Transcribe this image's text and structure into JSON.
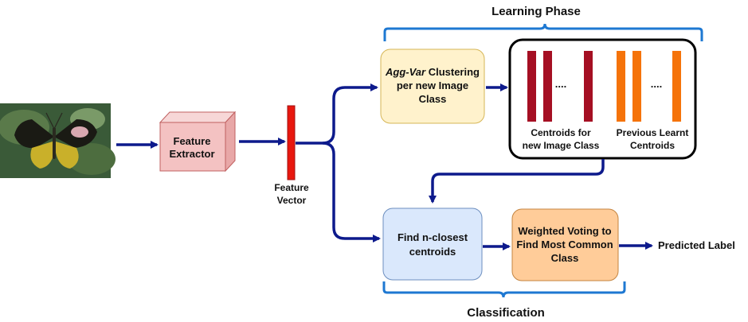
{
  "learning_phase": {
    "title": "Learning Phase"
  },
  "classification": {
    "title": "Classification"
  },
  "input_image": {
    "subject": "butterfly photograph"
  },
  "feature_extractor": {
    "line1": "Feature",
    "line2": "Extractor"
  },
  "feature_vector": {
    "line1": "Feature",
    "line2": "Vector"
  },
  "clustering": {
    "italic": "Agg-Var",
    "rest": " Clustering",
    "line2": "per new Image",
    "line3": "Class"
  },
  "centroids": {
    "new_line1": "Centroids for",
    "new_line2": "new Image Class",
    "prev_line1": "Previous Learnt",
    "prev_line2": "Centroids",
    "ellipsis": "....",
    "new_color": "#a50f23",
    "prev_color": "#f5730a"
  },
  "find_closest": {
    "line1": "Find n-closest",
    "line2": "centroids"
  },
  "voting": {
    "line1": "Weighted Voting to",
    "line2": "Find Most Common",
    "line3": "Class"
  },
  "output": {
    "label": "Predicted Label"
  },
  "colors": {
    "arrow": "#0d1a8c",
    "brace": "#1e78d2"
  }
}
